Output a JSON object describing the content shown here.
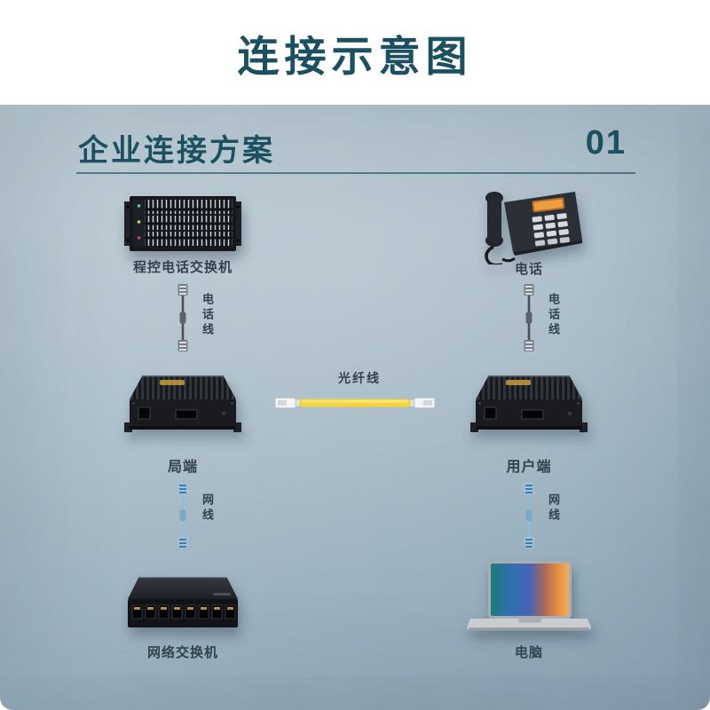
{
  "header": {
    "title": "连接示意图"
  },
  "section": {
    "heading": "企业连接方案",
    "number": "01"
  },
  "nodes": {
    "pbx": "程控电话交换机",
    "phone": "电话",
    "office_end": "局端",
    "user_end": "用户端",
    "switch": "网络交换机",
    "computer": "电脑"
  },
  "cables": {
    "phone_line": "电话线",
    "fiber_line": "光纤线",
    "net_line": "网线"
  },
  "colors": {
    "accent": "#1a5060",
    "text": "#33424c",
    "fiber_yellow": "#f3d53a",
    "cable_blue": "#8fbcd9",
    "panel_mid": "#a6bac6"
  }
}
